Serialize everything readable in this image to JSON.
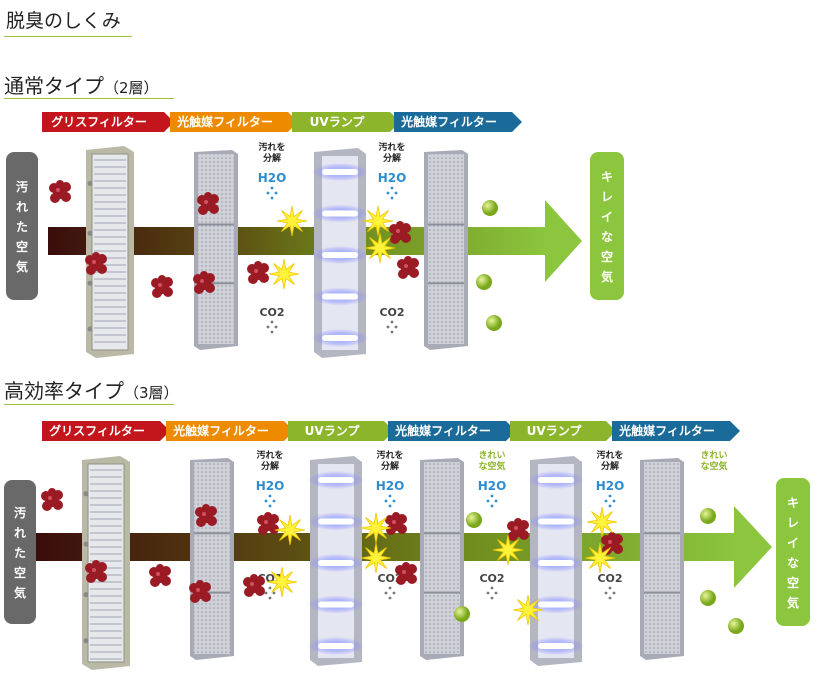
{
  "page_title": "脱臭のしくみ",
  "sections": [
    {
      "id": "standard",
      "title": "通常タイプ",
      "subtitle": "（2層）",
      "labels": [
        {
          "text": "グリスフィルター",
          "color": "#c3161c"
        },
        {
          "text": "光触媒フィルター",
          "color": "#ee8a00"
        },
        {
          "text": "UVランプ",
          "color": "#8cb52c"
        },
        {
          "text": "光触媒フィルター",
          "color": "#1a6b9a"
        }
      ],
      "dirty_air": "汚れた空気",
      "clean_air": "キレイな空気",
      "notes": [
        {
          "top": "汚れを分解",
          "h2o": "H2O",
          "co2": "CO2"
        },
        {
          "top": "汚れを分解",
          "h2o": "H2O",
          "co2": "CO2"
        }
      ]
    },
    {
      "id": "high",
      "title": "高効率タイプ",
      "subtitle": "（3層）",
      "labels": [
        {
          "text": "グリスフィルター",
          "color": "#c3161c"
        },
        {
          "text": "光触媒フィルター",
          "color": "#ee8a00"
        },
        {
          "text": "UVランプ",
          "color": "#8cb52c"
        },
        {
          "text": "光触媒フィルター",
          "color": "#1a6b9a"
        },
        {
          "text": "UVランプ",
          "color": "#8cb52c"
        },
        {
          "text": "光触媒フィルター",
          "color": "#1a6b9a"
        }
      ],
      "dirty_air": "汚れた空気",
      "clean_air": "キレイな空気",
      "notes": [
        {
          "top": "汚れを分解",
          "h2o": "H2O",
          "co2": "CO2"
        },
        {
          "top": "汚れを分解",
          "h2o": "H2O",
          "co2": "CO2"
        },
        {
          "top": "きれいな空気",
          "h2o": "H2O",
          "co2": "CO2"
        },
        {
          "top": "汚れを分解",
          "h2o": "H2O",
          "co2": "CO2"
        },
        {
          "top": "きれいな空気",
          "h2o": "",
          "co2": ""
        }
      ]
    }
  ]
}
